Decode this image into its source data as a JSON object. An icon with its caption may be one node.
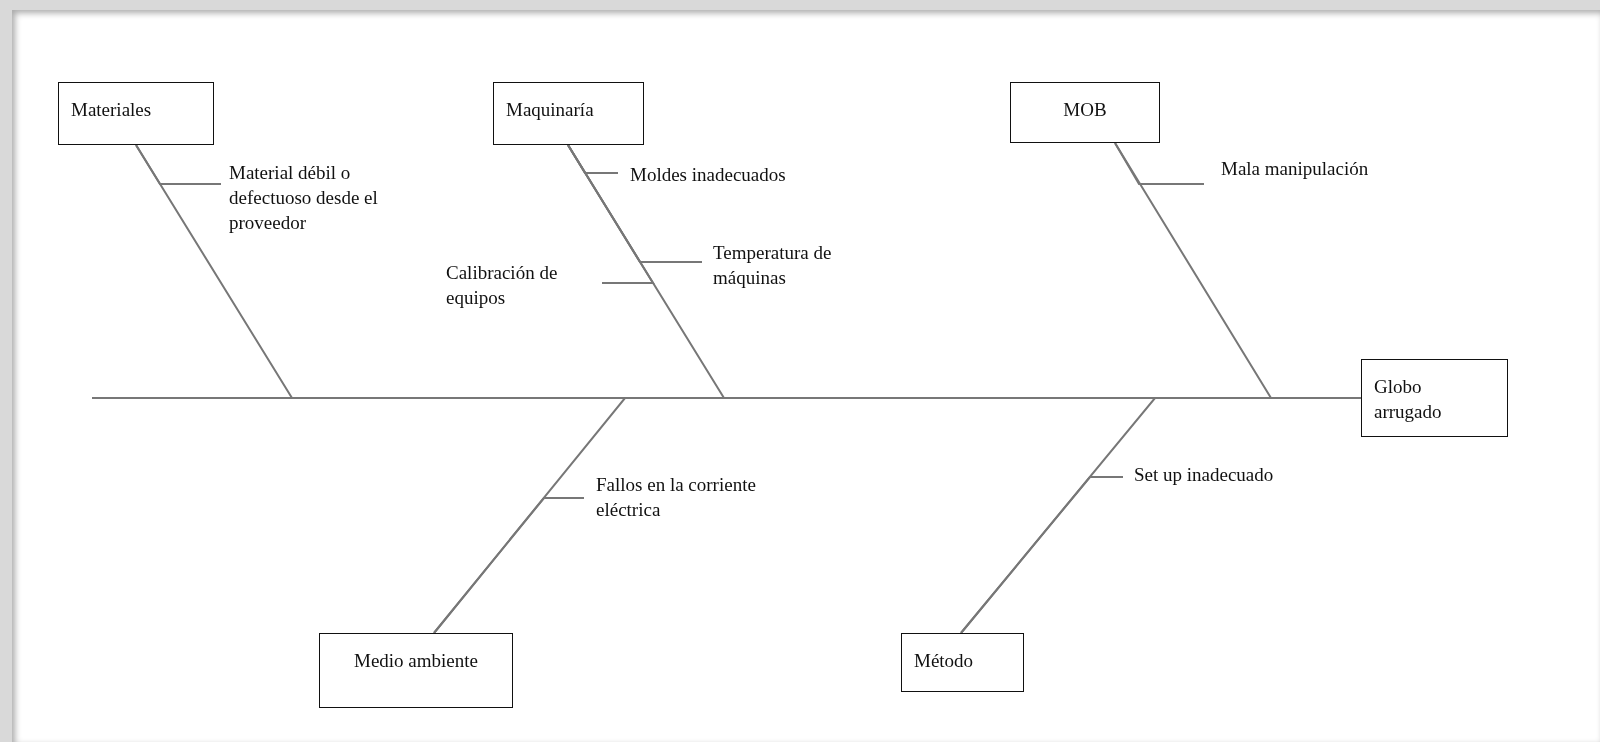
{
  "diagram": {
    "nodes": [
      {
        "text": [
          "Materiales"
        ]
      },
      {
        "text": [
          "Maquinaría"
        ]
      },
      {
        "text": [
          "MOB"
        ]
      },
      {
        "text": [
          "Material débil o defectuoso desde el proveedor"
        ]
      },
      {
        "text": [
          "Moldes inadecuados"
        ]
      },
      {
        "text": [
          "Temperatura de máquinas"
        ]
      },
      {
        "text": [
          "Calibración de equipos"
        ]
      },
      {
        "text": [
          "Mala manipulación"
        ]
      },
      {
        "text": [
          "Globo arrugado"
        ]
      },
      {
        "text": [
          "Fallos en la corriente eléctrica"
        ]
      },
      {
        "text": [
          "Set up inadecuado"
        ]
      },
      {
        "text": [
          "Medio ambiente"
        ]
      },
      {
        "text": [
          "Método"
        ]
      }
    ],
    "edges": [
      {
        "from": null,
        "to": 8,
        "arrow": "none"
      },
      {
        "from": 0,
        "to": 8,
        "arrow": "none"
      },
      {
        "from": 1,
        "to": 8,
        "arrow": "none"
      },
      {
        "from": 2,
        "to": 8,
        "arrow": "none"
      },
      {
        "from": 11,
        "to": 8,
        "arrow": "none"
      },
      {
        "from": 12,
        "to": 8,
        "arrow": "none"
      },
      {
        "from": 3,
        "to": 0,
        "arrow": "none"
      },
      {
        "from": 4,
        "to": 1,
        "arrow": "none"
      },
      {
        "from": 5,
        "to": 1,
        "arrow": "none"
      },
      {
        "from": 6,
        "to": 1,
        "arrow": "none"
      },
      {
        "from": 7,
        "to": 2,
        "arrow": "none"
      },
      {
        "from": 9,
        "to": 11,
        "arrow": "none"
      },
      {
        "from": 10,
        "to": 12,
        "arrow": "none"
      }
    ]
  }
}
